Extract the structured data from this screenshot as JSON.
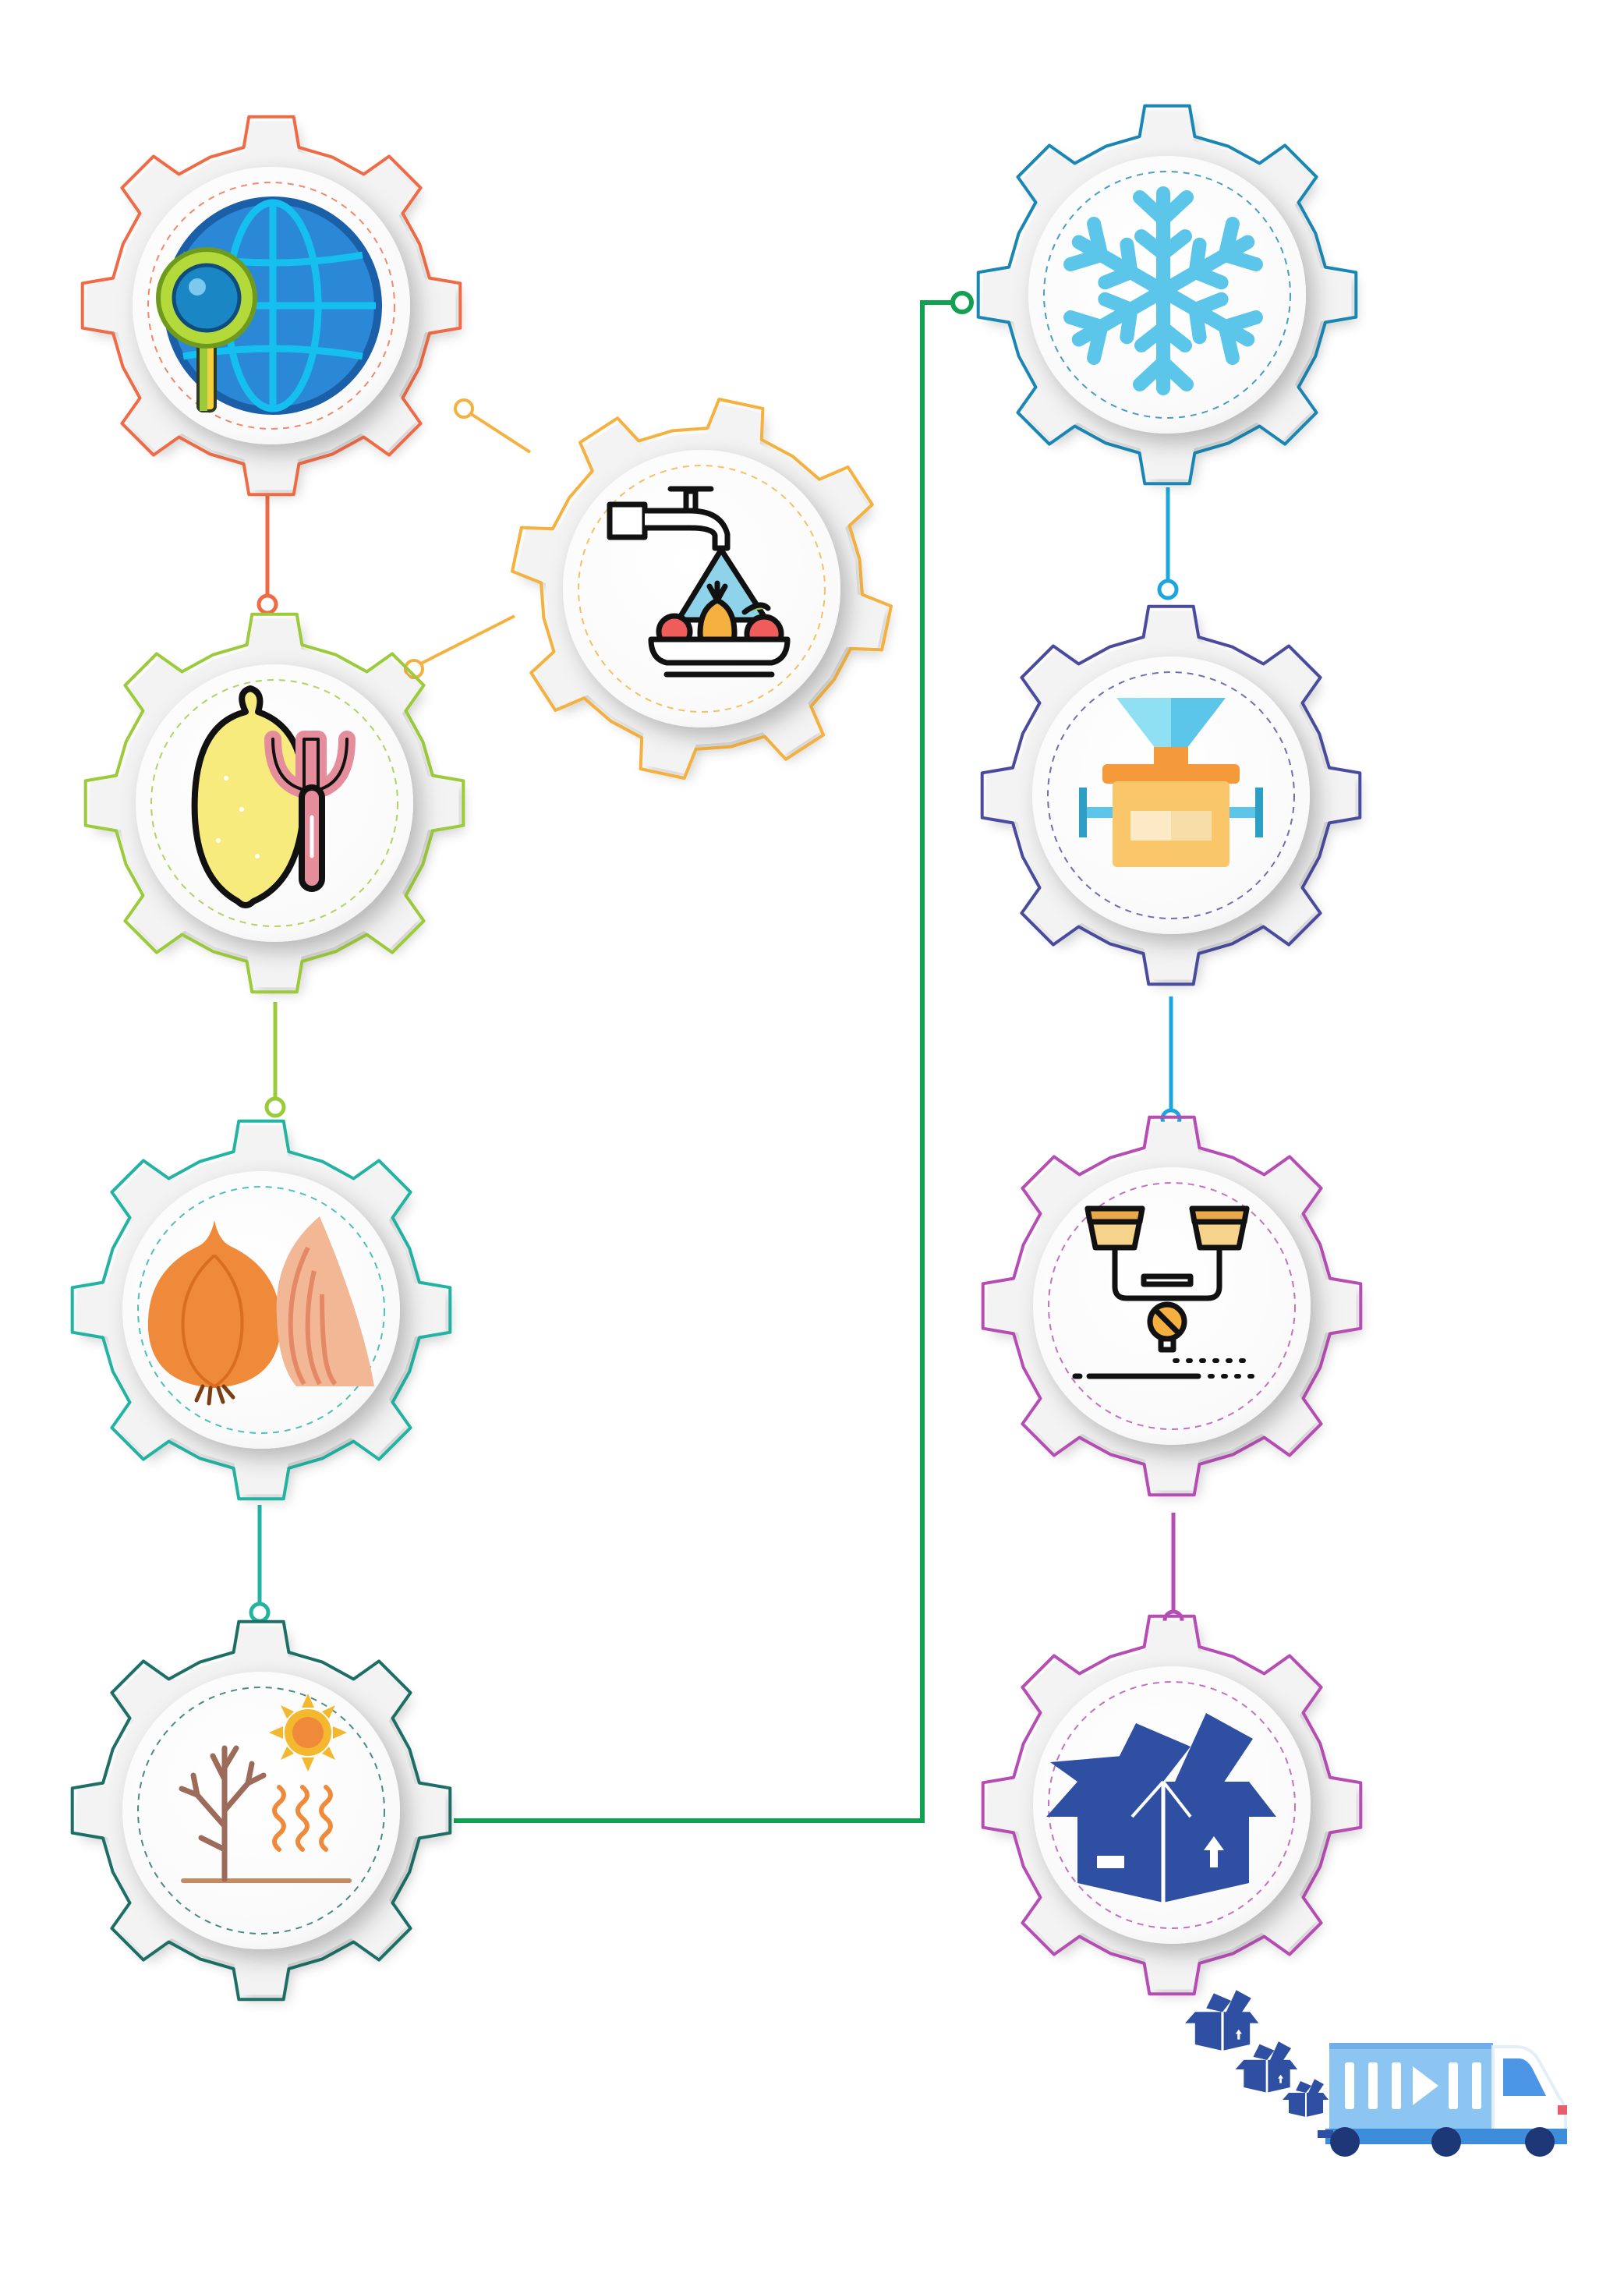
{
  "diagram": {
    "type": "process-flow",
    "steps": [
      {
        "id": "inspection",
        "icon": "globe-magnifier-icon",
        "color": "#EE6B45"
      },
      {
        "id": "washing",
        "icon": "faucet-washing-vegetables-icon",
        "color": "#F4B13F"
      },
      {
        "id": "peeling",
        "icon": "lemon-peeler-icon",
        "color": "#9BCB3B"
      },
      {
        "id": "slicing",
        "icon": "onion-slices-icon",
        "color": "#22B3A2"
      },
      {
        "id": "drying",
        "icon": "sun-dried-tree-icon",
        "color": "#1D6F66"
      },
      {
        "id": "freezing",
        "icon": "snowflake-icon",
        "color": "#1A86B4"
      },
      {
        "id": "grinding",
        "icon": "grinder-machine-icon",
        "color": "#4B4B9E"
      },
      {
        "id": "filling",
        "icon": "filling-machine-icon",
        "color": "#B64DB4"
      },
      {
        "id": "packaging",
        "icon": "open-box-icon",
        "color": "#B64DB4"
      }
    ],
    "end": {
      "icon": "delivery-truck-icon",
      "color": "#3E8DDB"
    },
    "colors": {
      "connector_main": "#12A150",
      "connector_blue": "#1BA7DE",
      "box_blue": "#2F4FA2"
    }
  }
}
